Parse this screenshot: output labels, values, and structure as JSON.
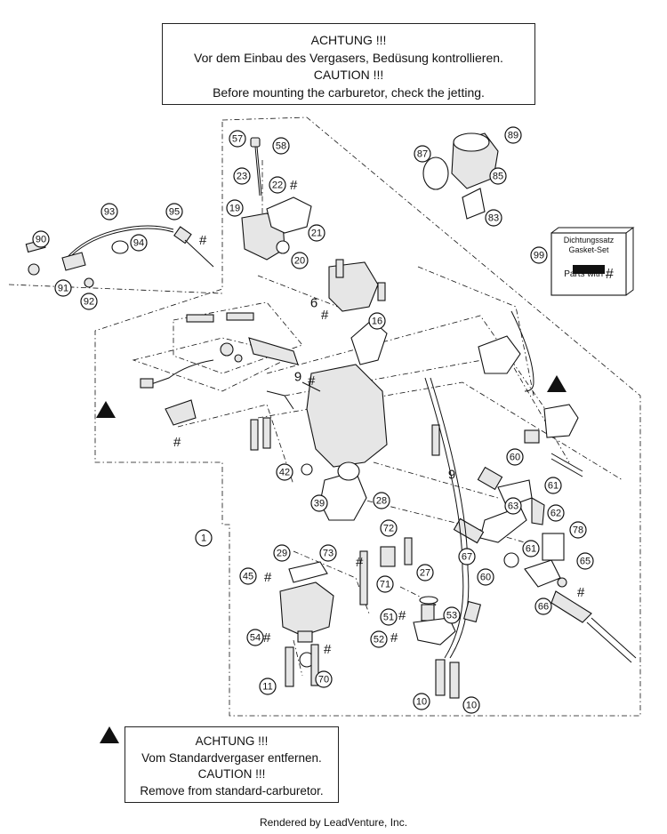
{
  "top_notice": {
    "line1": "ACHTUNG !!!",
    "line2": "Vor dem Einbau des Vergasers, Bedüsung kontrollieren.",
    "line3": "CAUTION !!!",
    "line4": "Before mounting the carburetor, check the jetting."
  },
  "bottom_notice": {
    "line1": "ACHTUNG !!!",
    "line2": "Vom Standardvergaser entfernen.",
    "line3": "CAUTION !!!",
    "line4": "Remove from standard-carburetor."
  },
  "gasket_kit": {
    "line1": "Dichtungssatz",
    "line2": "Gasket-Set",
    "line3": "Parts with",
    "symbol": "#"
  },
  "footer": "Rendered by LeadVenture, Inc.",
  "hash_symbol": "#",
  "callouts": [
    "57",
    "58",
    "23",
    "22",
    "19",
    "21",
    "20",
    "87",
    "89",
    "85",
    "83",
    "93",
    "95",
    "90",
    "94",
    "91",
    "92",
    "99",
    "6",
    "16",
    "9",
    "9",
    "42",
    "39",
    "28",
    "60",
    "61",
    "63",
    "62",
    "78",
    "61",
    "65",
    "67",
    "60",
    "66",
    "72",
    "73",
    "27",
    "71",
    "29",
    "45",
    "54",
    "70",
    "11",
    "51",
    "52",
    "53",
    "10",
    "10",
    "1"
  ],
  "plain_labels": [
    "6",
    "9",
    "9",
    "1"
  ],
  "warning_icon": "warning-triangle"
}
